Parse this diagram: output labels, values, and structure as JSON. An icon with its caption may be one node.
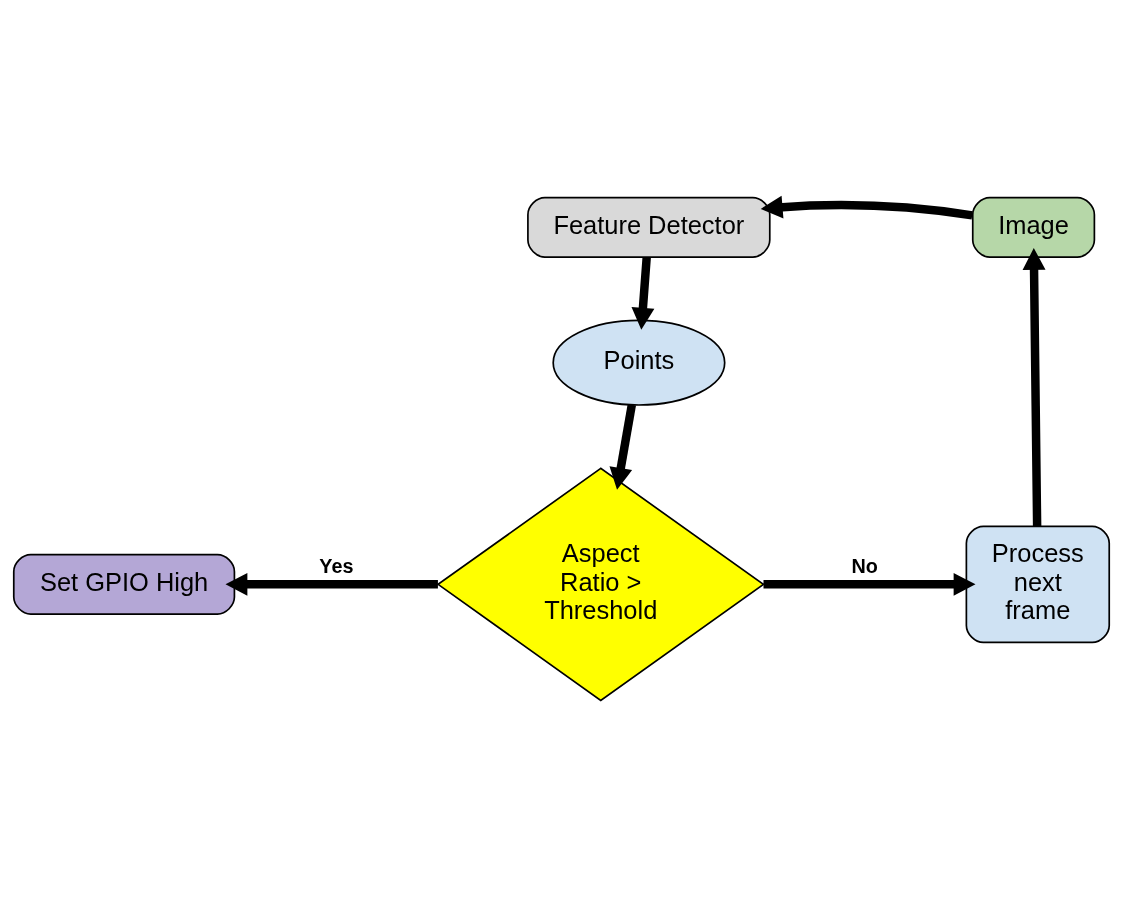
{
  "diagram": {
    "nodes": [
      {
        "text": [
          "Feature Detector"
        ]
      },
      {
        "text": [
          "Image"
        ]
      },
      {
        "text": [
          "Points"
        ]
      },
      {
        "text": [
          "Aspect Ratio > Threshold"
        ]
      },
      {
        "text": [
          "Set GPIO High"
        ]
      },
      {
        "text": [
          "Process next frame"
        ]
      }
    ],
    "edges": [
      {
        "from": 1,
        "to": 0,
        "arrow": "to"
      },
      {
        "from": 0,
        "to": 2,
        "arrow": "to"
      },
      {
        "from": 2,
        "to": 3,
        "arrow": "to"
      },
      {
        "from": 3,
        "to": 4,
        "arrow": "to",
        "label": "Yes"
      },
      {
        "from": 3,
        "to": 5,
        "arrow": "to",
        "label": "No"
      },
      {
        "from": 5,
        "to": 1,
        "arrow": "to"
      }
    ]
  }
}
